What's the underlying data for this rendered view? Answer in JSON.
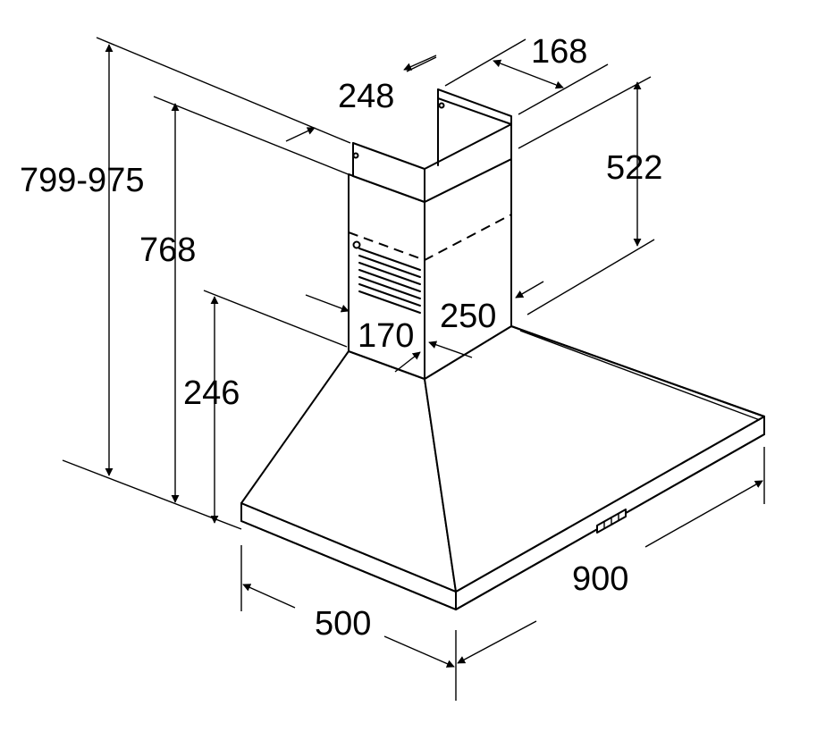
{
  "dimensions": {
    "overall_height": "799-975",
    "hood_height_to_chimney_top": "768",
    "canopy_height": "246",
    "upper_chimney_height": "522",
    "chimney_depth_upper": "248",
    "chimney_width_upper": "168",
    "chimney_depth_lower": "170",
    "chimney_width_lower": "250",
    "hood_depth": "500",
    "hood_width": "900"
  }
}
